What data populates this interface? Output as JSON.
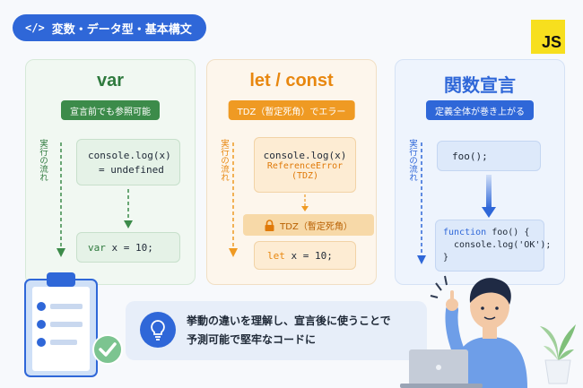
{
  "header": {
    "code_icon": "</>",
    "title": "変数・データ型・基本構文",
    "js_badge": "JS"
  },
  "flow_label": "実行の流れ",
  "var_panel": {
    "title": "var",
    "subtitle": "宣言前でも参照可能",
    "code_top_line1": "console.log(x)",
    "code_top_line2": "= undefined",
    "code_bottom_kw": "var",
    "code_bottom_rest": " x = 10;"
  },
  "let_panel": {
    "title": "let / const",
    "subtitle": "TDZ（暫定死角）でエラー",
    "code_top_line1": "console.log(x)",
    "code_top_line2": "ReferenceError",
    "code_top_line3": "(TDZ)",
    "tdz_label": "TDZ（暫定死角）",
    "code_bottom_kw": "let",
    "code_bottom_rest": "  x  =  10;"
  },
  "func_panel": {
    "title": "関数宣言",
    "subtitle": "定義全体が巻き上がる",
    "code_top": "foo();",
    "code_bottom_kw": "function",
    "code_bottom_line1_rest": " foo() {",
    "code_bottom_line2": "  console.log('OK');",
    "code_bottom_line3": "}"
  },
  "summary": {
    "line1": "挙動の違いを理解し、宣言後に使うことで",
    "line2": "予測可能で堅牢なコードに"
  },
  "colors": {
    "blue": "#2f67d8",
    "green": "#3c8b4a",
    "orange": "#ef9a23",
    "js_yellow": "#f7df1e"
  },
  "icons": [
    "code-icon",
    "lock-icon",
    "lightbulb-icon",
    "clipboard-checklist-icon",
    "check-circle-icon",
    "person-laptop-illustration",
    "plant-illustration",
    "arrow-down-icon"
  ]
}
